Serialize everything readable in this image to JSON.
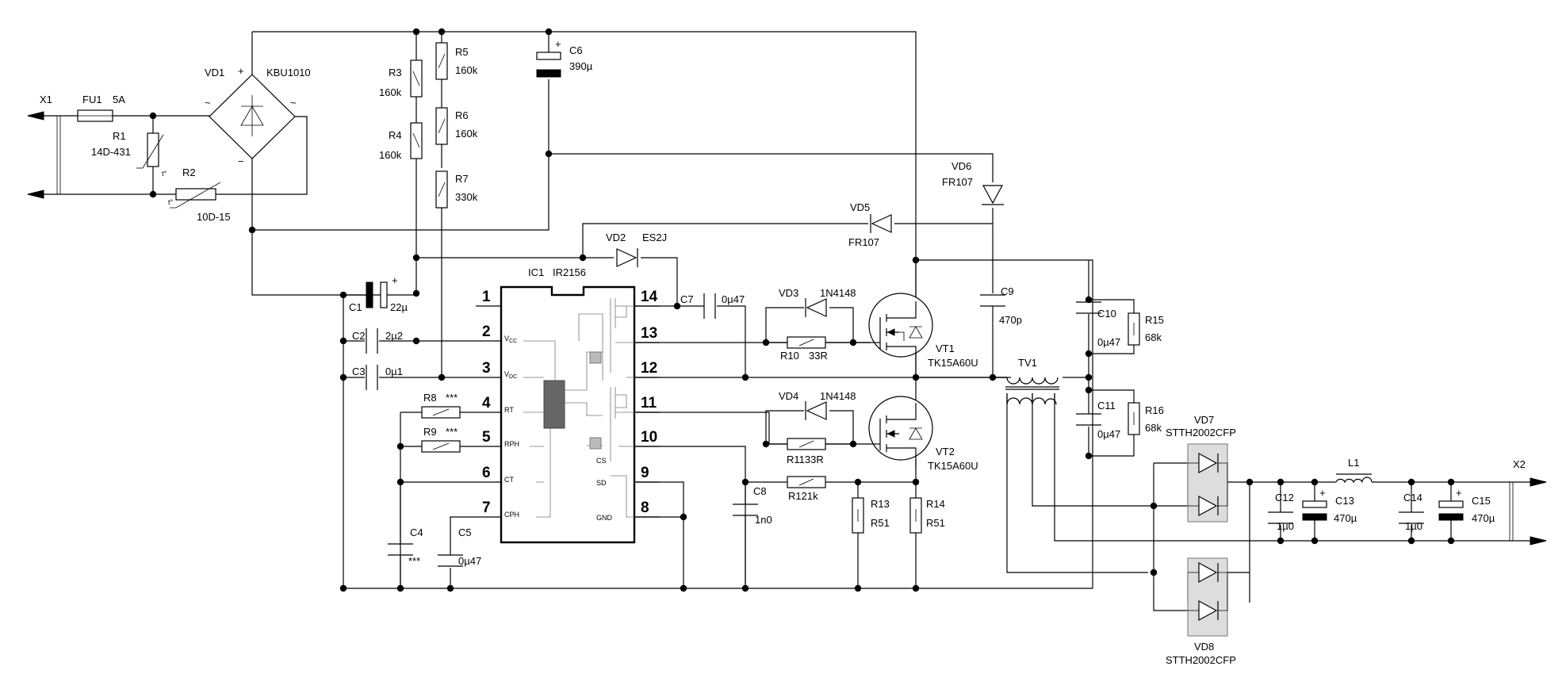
{
  "connectors": {
    "x1": "X1",
    "x2": "X2"
  },
  "fuse": {
    "ref": "FU1",
    "value": "5A"
  },
  "r1": {
    "ref": "R1",
    "value": "14D-431"
  },
  "r2": {
    "ref": "R2",
    "value": "10D-15"
  },
  "t_mark": "t°",
  "plus": "+",
  "minus": "−",
  "ac": "~",
  "vd1": {
    "ref": "VD1",
    "value": "KBU1010"
  },
  "r3": {
    "ref": "R3",
    "value": "160k"
  },
  "r4": {
    "ref": "R4",
    "value": "160k"
  },
  "r5": {
    "ref": "R5",
    "value": "160k"
  },
  "r6": {
    "ref": "R6",
    "value": "160k"
  },
  "r7": {
    "ref": "R7",
    "value": "330k"
  },
  "c6": {
    "ref": "C6",
    "value": "390µ"
  },
  "c1": {
    "ref": "C1",
    "value": "22µ"
  },
  "c2": {
    "ref": "C2",
    "value": "2µ2"
  },
  "c3": {
    "ref": "C3",
    "value": "0µ1"
  },
  "r8": {
    "ref": "R8",
    "value": "***"
  },
  "r9": {
    "ref": "R9",
    "value": "***"
  },
  "c4": {
    "ref": "C4",
    "value": "***"
  },
  "c5": {
    "ref": "C5",
    "value": "0µ47"
  },
  "ic1": {
    "ref": "IC1",
    "value": "IR2156"
  },
  "ic_pins": {
    "left": [
      "1",
      "2",
      "3",
      "4",
      "5",
      "6",
      "7"
    ],
    "right": [
      "14",
      "13",
      "12",
      "11",
      "10",
      "9",
      "8"
    ],
    "vcc": "V",
    "vcc_sub": "CC",
    "vdc": "V",
    "vdc_sub": "DC",
    "rt": "RT",
    "rph": "RPH",
    "ct": "CT",
    "cph": "CPH",
    "cs": "CS",
    "sd": "SD",
    "gnd": "GND"
  },
  "vd2": {
    "ref": "VD2",
    "value": "ES2J"
  },
  "c7": {
    "ref": "C7",
    "value": "0µ47"
  },
  "vd3": {
    "ref": "VD3",
    "value": "1N4148"
  },
  "r10": {
    "ref": "R10",
    "value": "33R"
  },
  "vd4": {
    "ref": "VD4",
    "value": "1N4148"
  },
  "r11": {
    "label": "R1133R"
  },
  "r12": {
    "label": "R121k"
  },
  "c8": {
    "ref": "C8",
    "value": "1n0"
  },
  "r13": {
    "ref": "R13",
    "value": "R51"
  },
  "r14": {
    "ref": "R14",
    "value": "R51"
  },
  "vt1": {
    "ref": "VT1",
    "value": "TK15A60U"
  },
  "vt2": {
    "ref": "VT2",
    "value": "TK15A60U"
  },
  "vd5": {
    "ref": "VD5",
    "value": "FR107"
  },
  "vd6": {
    "ref": "VD6",
    "value": "FR107"
  },
  "c9": {
    "ref": "C9",
    "value": "470p"
  },
  "c10": {
    "ref": "C10",
    "value": "0µ47"
  },
  "r15": {
    "ref": "R15",
    "value": "68k"
  },
  "c11": {
    "ref": "C11",
    "value": "0µ47"
  },
  "r16": {
    "ref": "R16",
    "value": "68k"
  },
  "tv1": {
    "ref": "TV1"
  },
  "vd7": {
    "ref": "VD7",
    "value": "STTH2002CFP"
  },
  "vd8": {
    "ref": "VD8",
    "value": "STTH2002CFP"
  },
  "c12": {
    "ref": "C12",
    "value": "1µ0"
  },
  "c13": {
    "ref": "C13",
    "value": "470µ"
  },
  "l1": {
    "ref": "L1"
  },
  "c14": {
    "ref": "C14",
    "value": "1µ0"
  },
  "c15": {
    "ref": "C15",
    "value": "470µ"
  }
}
